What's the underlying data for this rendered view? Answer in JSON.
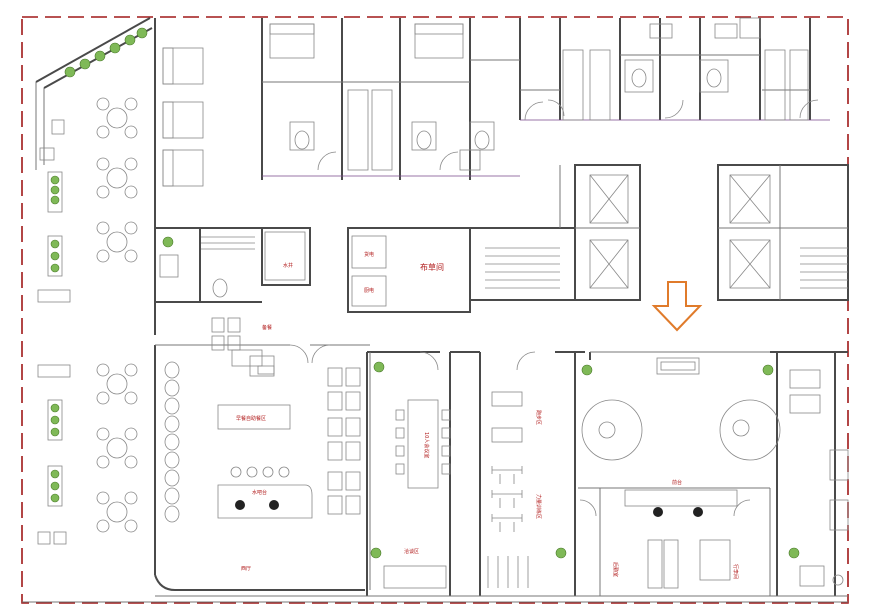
{
  "colors": {
    "boundary": "#a01818",
    "label": "#b01818",
    "wall": "#4a4a4a",
    "arrow": "#e07b2b",
    "plant": "#7fb957",
    "partition": "#7a4a8a"
  },
  "labels": {
    "linen_room": "布草间",
    "elevator_a": "货电",
    "elevator_b": "厨电",
    "water_well": "水井",
    "pantry": "备餐",
    "breakfast_buffet": "早餐自助餐区",
    "water_bar": "水吧台",
    "restaurant": "西厅",
    "meeting_room": "10人会议室",
    "negotiation_area": "洽谈区",
    "running_zone": "跑步区",
    "fitness_zone": "力量训练区",
    "front_desk": "前台",
    "back_office": "后勤室",
    "luggage_room": "行李间"
  },
  "icons": [
    "plant-icon",
    "direction-arrow-icon",
    "bed-icon",
    "toilet-icon",
    "treadmill-icon",
    "dumbbell-icon",
    "chair-icon"
  ]
}
